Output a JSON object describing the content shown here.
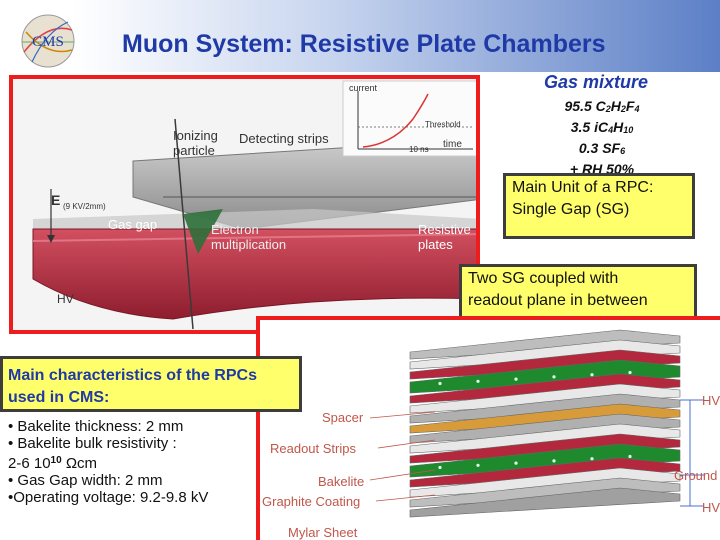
{
  "header": {
    "title": "Muon System: Resistive Plate Chambers",
    "logo_text": "CMS"
  },
  "rpc_diagram": {
    "current_label": "current",
    "threshold_label": "Threshold",
    "time_label": "time",
    "time_scale": "10 ns",
    "ionizing_particle": "Ionizing particle",
    "detecting_strips": "Detecting strips",
    "e_label": "E",
    "e_unit": "(9 KV/2mm)",
    "gas_gap": "Gas gap",
    "electron_mult": "Electron multiplication",
    "resistive_plates": "Resistive plates",
    "hv": "HV"
  },
  "gas": {
    "title": "Gas mixture",
    "c2h2f4": {
      "pct": "95.5",
      "formula": [
        "C",
        "2",
        "H",
        "2",
        "F",
        "4"
      ]
    },
    "ic4h10": {
      "pct": "3.5",
      "formula": [
        "iC",
        "4",
        "H",
        "10"
      ]
    },
    "sf6": {
      "pct": "0.3",
      "formula": [
        "SF",
        "6"
      ]
    },
    "rh": "+ RH 50%"
  },
  "main_unit": {
    "line1": "Main Unit of a RPC:",
    "line2": "Single Gap (SG)"
  },
  "two_sg": {
    "line1": "Two SG coupled with",
    "line2": "readout plane in between"
  },
  "characteristics": {
    "heading1": "Main characteristics of the RPCs",
    "heading2": "used in CMS:",
    "items": [
      "• Bakelite thickness: 2 mm",
      "• Bakelite bulk resistivity :",
      " 2-6 10",
      "10",
      " Ωcm",
      "• Gas Gap width: 2 mm",
      "•Operating voltage: 9.2-9.8 kV"
    ]
  },
  "double_gap_diagram": {
    "spacer": "Spacer",
    "readout_strips": "Readout Strips",
    "bakelite": "Bakelite",
    "graphite_coating": "Graphite Coating",
    "mylar_sheet": "Mylar Sheet",
    "hv_top": "HV",
    "ground": "Ground",
    "hv_bottom": "HV"
  },
  "colors": {
    "title_blue": "#1f3aa7",
    "red_border": "#ee1c1c",
    "yellow_box": "#ffff6b",
    "plate_red": "#b3283d",
    "gas_green": "#1f8a2d"
  }
}
